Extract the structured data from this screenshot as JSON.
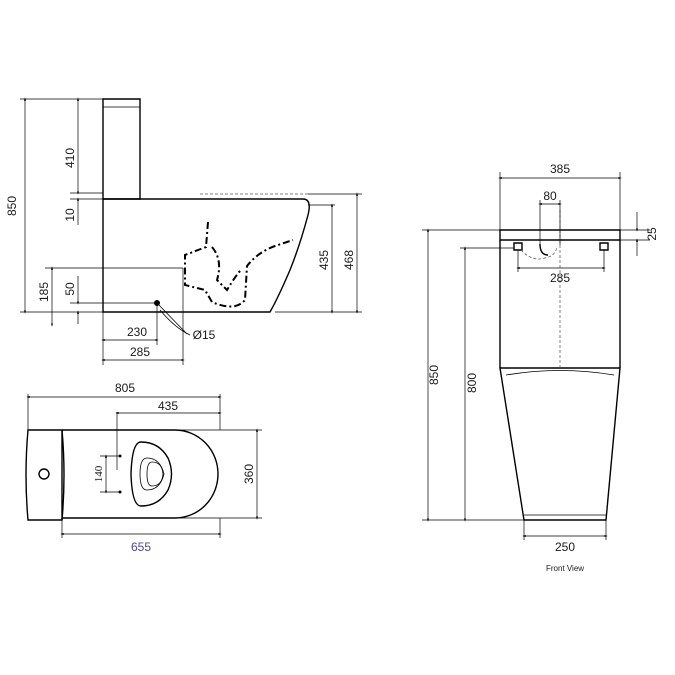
{
  "side_view": {
    "dims": {
      "total_height": "850",
      "cistern_height": "410",
      "lid_gap": "10",
      "floor_to_outlet_centre": "185",
      "inlet_height": "50",
      "seat_height": "435",
      "pan_top_height": "468",
      "outlet_setout": "230",
      "rear_setout": "285",
      "inlet_diameter": "Ø15"
    }
  },
  "top_view": {
    "dims": {
      "overall_length": "805",
      "bowl_length": "435",
      "fixing_spacing": "140",
      "overall_width": "360",
      "pan_length": "655"
    }
  },
  "front_view": {
    "title": "Front View",
    "dims": {
      "cistern_width": "385",
      "hole_spacing_top": "80",
      "lid_thickness": "25",
      "fixing_hole_spacing": "285",
      "total_height": "850",
      "pan_height": "800",
      "base_width": "250"
    }
  }
}
